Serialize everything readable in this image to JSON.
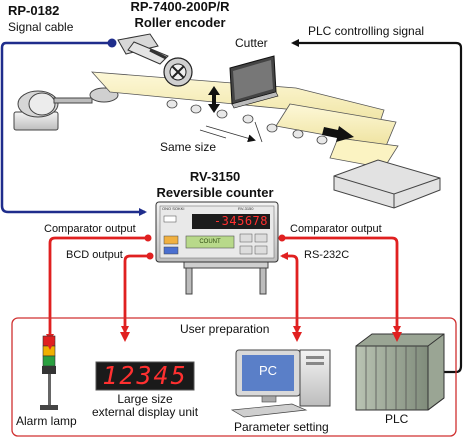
{
  "labels": {
    "signal_cable_model": "RP-0182",
    "signal_cable": "Signal cable",
    "encoder_model": "RP-7400-200P/R",
    "encoder_name": "Roller encoder",
    "cutter": "Cutter",
    "plc_signal": "PLC controlling signal",
    "same_size": "Same size",
    "counter_model": "RV-3150",
    "counter_name": "Reversible counter",
    "comparator_left": "Comparator output",
    "comparator_right": "Comparator output",
    "bcd_output": "BCD output",
    "rs232c": "RS-232C",
    "user_prep": "User preparation",
    "alarm_lamp": "Alarm lamp",
    "display_line1": "Large size",
    "display_line2": "external display unit",
    "param_setting": "Parameter setting",
    "plc": "PLC"
  },
  "counter": {
    "reading": "-345678",
    "brand": "ONO SOKKI",
    "model_tag": "RV-3150",
    "status": "COUNT"
  },
  "display_unit": {
    "digits": "12345"
  },
  "pc_screen": "PC",
  "colors": {
    "cable_blue": "#1f2d8c",
    "signal_red": "#e02020",
    "box_border": "#d03030",
    "led_red": "#ff3030",
    "material": "#fbf3c2",
    "lcd": "#b8d98a"
  },
  "icons": [
    "roller-encoder-icon",
    "motor-icon",
    "cutter-icon",
    "conveyor-icon",
    "arrow-icon",
    "counter-device-icon",
    "signal-tower-icon",
    "large-display-icon",
    "pc-icon",
    "plc-rack-icon"
  ]
}
